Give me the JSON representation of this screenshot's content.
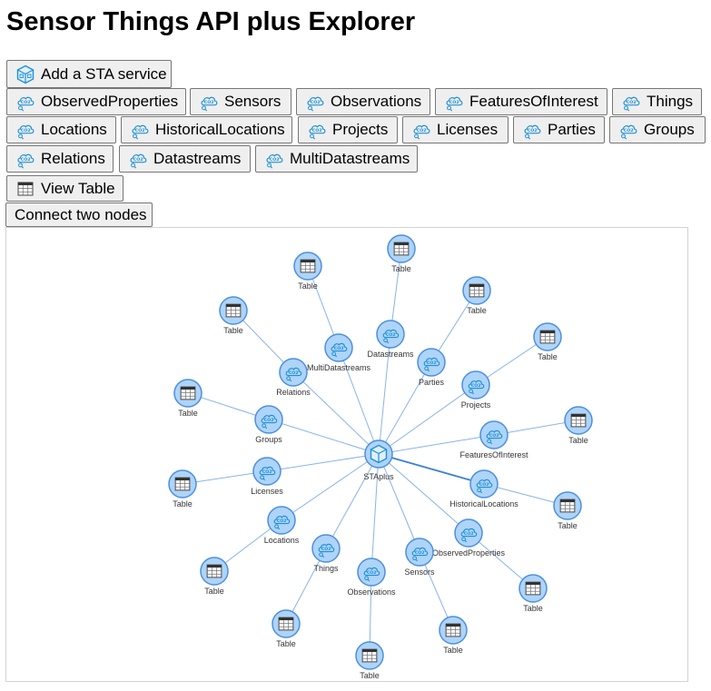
{
  "page": {
    "title": "Sensor Things API plus Explorer"
  },
  "add_service": {
    "label": "Add a STA service",
    "icon": "sta-service-icon"
  },
  "entity_buttons": [
    {
      "label": "ObservedProperties"
    },
    {
      "label": "Sensors"
    },
    {
      "label": "Observations"
    },
    {
      "label": "FeaturesOfInterest"
    },
    {
      "label": "Things"
    },
    {
      "label": "Locations"
    },
    {
      "label": "HistoricalLocations"
    },
    {
      "label": "Projects"
    },
    {
      "label": "Licenses"
    },
    {
      "label": "Parties"
    },
    {
      "label": "Groups"
    },
    {
      "label": "Relations"
    },
    {
      "label": "Datastreams"
    },
    {
      "label": "MultiDatastreams"
    }
  ],
  "view_table": {
    "label": "View Table",
    "icon": "table-icon"
  },
  "connect": {
    "label": "Connect two nodes"
  },
  "graph": {
    "center": {
      "label": "STAplus",
      "icon": "sta-service-icon"
    },
    "entity_icon": "co2-cloud-icon",
    "table_icon": "table-icon",
    "table_label": "Table",
    "nodes": [
      {
        "label": "Datastreams"
      },
      {
        "label": "Parties"
      },
      {
        "label": "Projects"
      },
      {
        "label": "FeaturesOfInterest"
      },
      {
        "label": "HistoricalLocations"
      },
      {
        "label": "ObservedProperties"
      },
      {
        "label": "Sensors"
      },
      {
        "label": "Observations"
      },
      {
        "label": "Things"
      },
      {
        "label": "Locations"
      },
      {
        "label": "Licenses"
      },
      {
        "label": "Groups"
      },
      {
        "label": "Relations"
      },
      {
        "label": "MultiDatastreams"
      }
    ],
    "highlight_node": "HistoricalLocations",
    "colors": {
      "node_fill": "#aed4f8",
      "node_stroke": "#4c8fe0",
      "edge": "#8ab4e8",
      "edge_highlight": "#3b7fd9"
    }
  }
}
